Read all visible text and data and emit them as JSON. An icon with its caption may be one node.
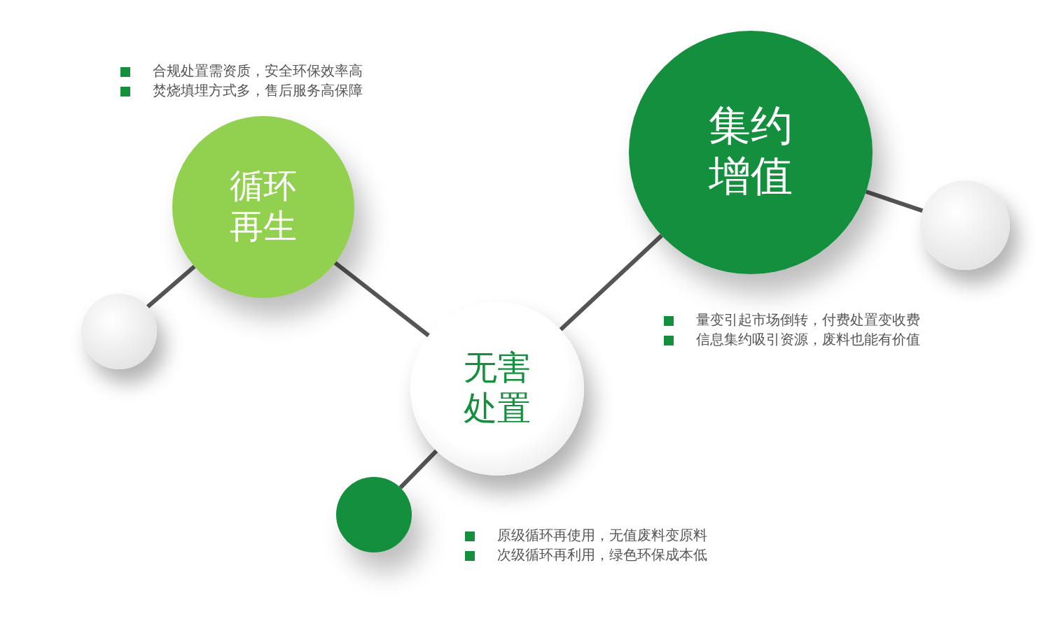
{
  "diagram": {
    "nodes": [
      {
        "text": [],
        "shape": "circle"
      },
      {
        "text": [
          "循环再生"
        ]
      },
      {
        "text": [
          "无害处置"
        ]
      },
      {
        "text": [],
        "shape": "circle"
      },
      {
        "text": [
          "集约增值"
        ]
      },
      {
        "text": [],
        "shape": "circle"
      }
    ],
    "edges": [
      {
        "from": 0,
        "to": 1,
        "arrow": "none"
      },
      {
        "from": 1,
        "to": 2,
        "arrow": "none"
      },
      {
        "from": 2,
        "to": 3,
        "arrow": "none"
      },
      {
        "from": 2,
        "to": 4,
        "arrow": "none"
      },
      {
        "from": 4,
        "to": 5,
        "arrow": "none"
      }
    ],
    "labels": [
      "合规处置需资质，安全环保效率高",
      "焚烧填埋方式多，售后服务高保障",
      "量变引起市场倒转，付费处置变收费",
      "信息集约吸引资源，废料也能有价值",
      "原级循环再使用，无值废料变原料",
      "次级循环再利用，绿色环保成本低"
    ]
  }
}
